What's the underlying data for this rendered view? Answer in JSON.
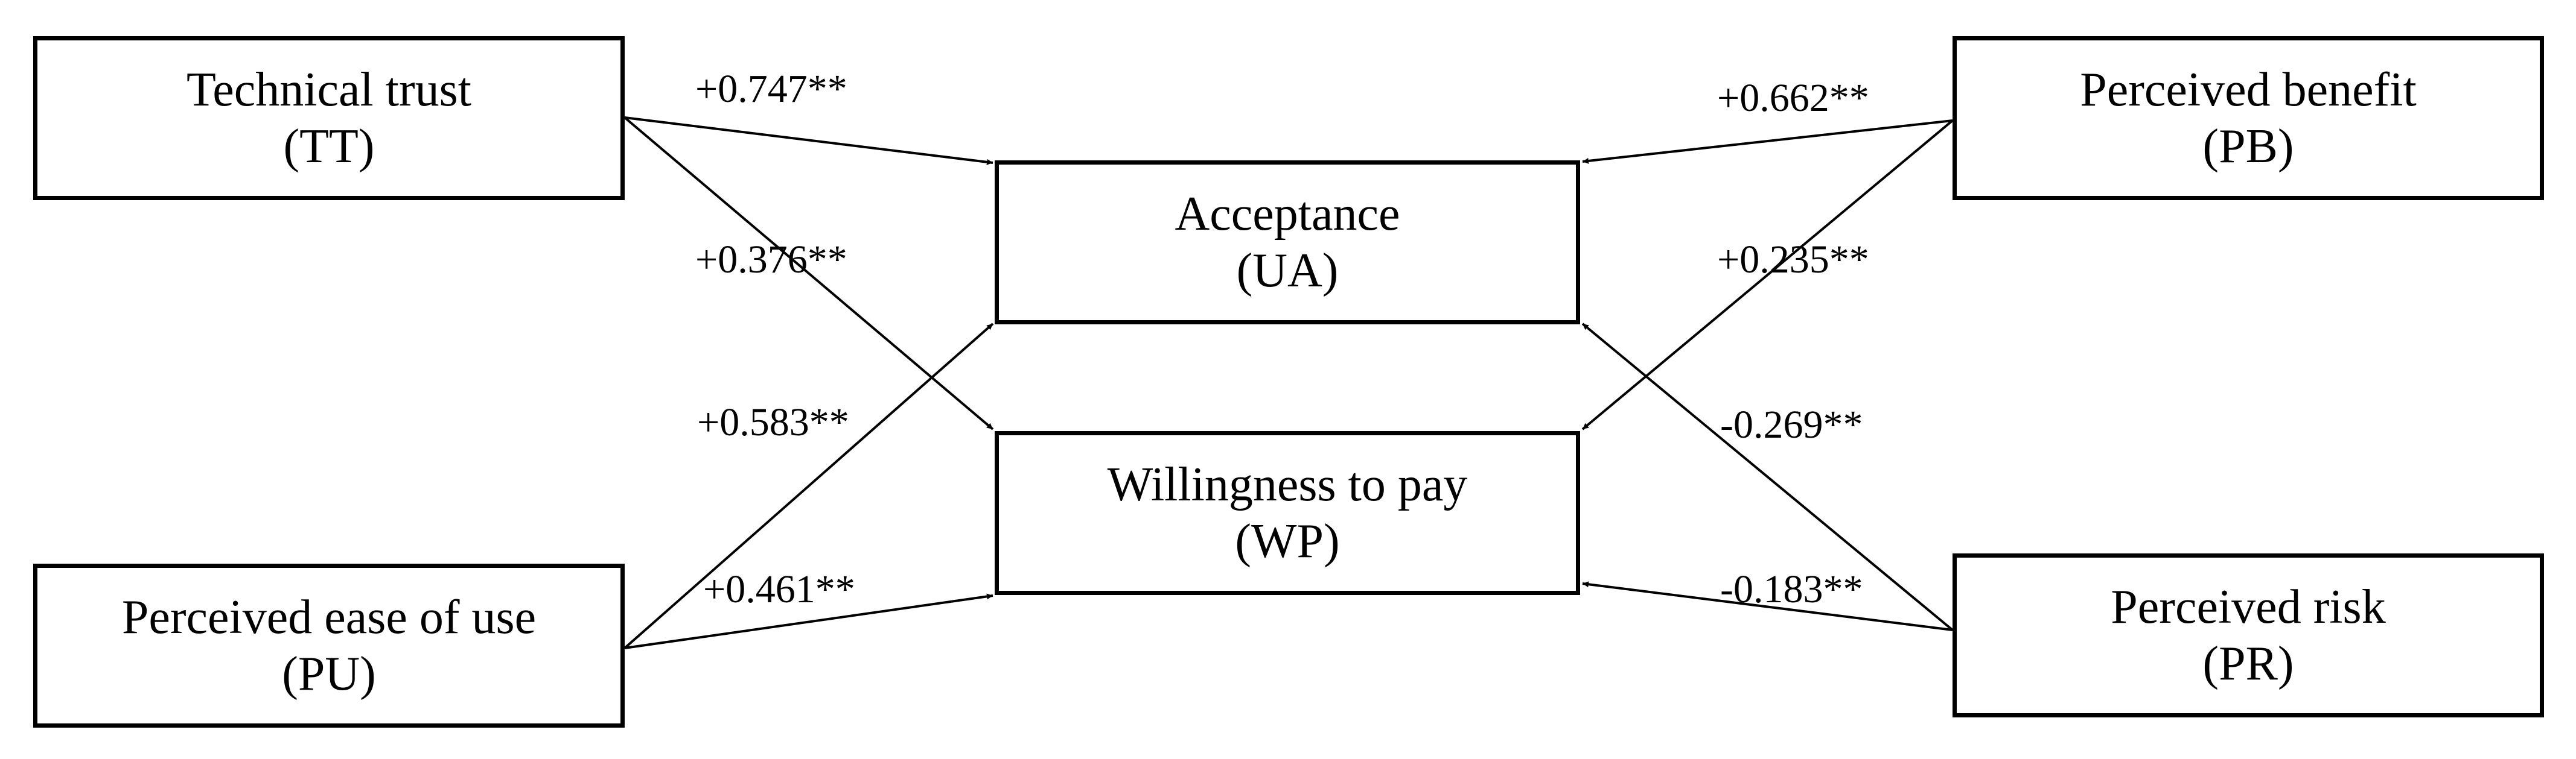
{
  "nodes": {
    "tt": {
      "name": "Technical trust",
      "abbr": "(TT)"
    },
    "pu": {
      "name": "Perceived ease of use",
      "abbr": "(PU)"
    },
    "pb": {
      "name": "Perceived benefit",
      "abbr": "(PB)"
    },
    "pr": {
      "name": "Perceived risk",
      "abbr": "(PR)"
    },
    "ua": {
      "name": "Acceptance",
      "abbr": "(UA)"
    },
    "wp": {
      "name": "Willingness to pay",
      "abbr": "(WP)"
    }
  },
  "paths": [
    {
      "from": "tt",
      "to": "ua",
      "label": "+0.747**"
    },
    {
      "from": "tt",
      "to": "wp",
      "label": "+0.376**"
    },
    {
      "from": "pu",
      "to": "ua",
      "label": "+0.583**"
    },
    {
      "from": "pu",
      "to": "wp",
      "label": "+0.461**"
    },
    {
      "from": "pb",
      "to": "ua",
      "label": "+0.662**"
    },
    {
      "from": "pb",
      "to": "wp",
      "label": "+0.235**"
    },
    {
      "from": "pr",
      "to": "ua",
      "label": "-0.269**"
    },
    {
      "from": "pr",
      "to": "wp",
      "label": "-0.183**"
    }
  ],
  "colors": {
    "ink": "#000000",
    "background": "#ffffff"
  }
}
